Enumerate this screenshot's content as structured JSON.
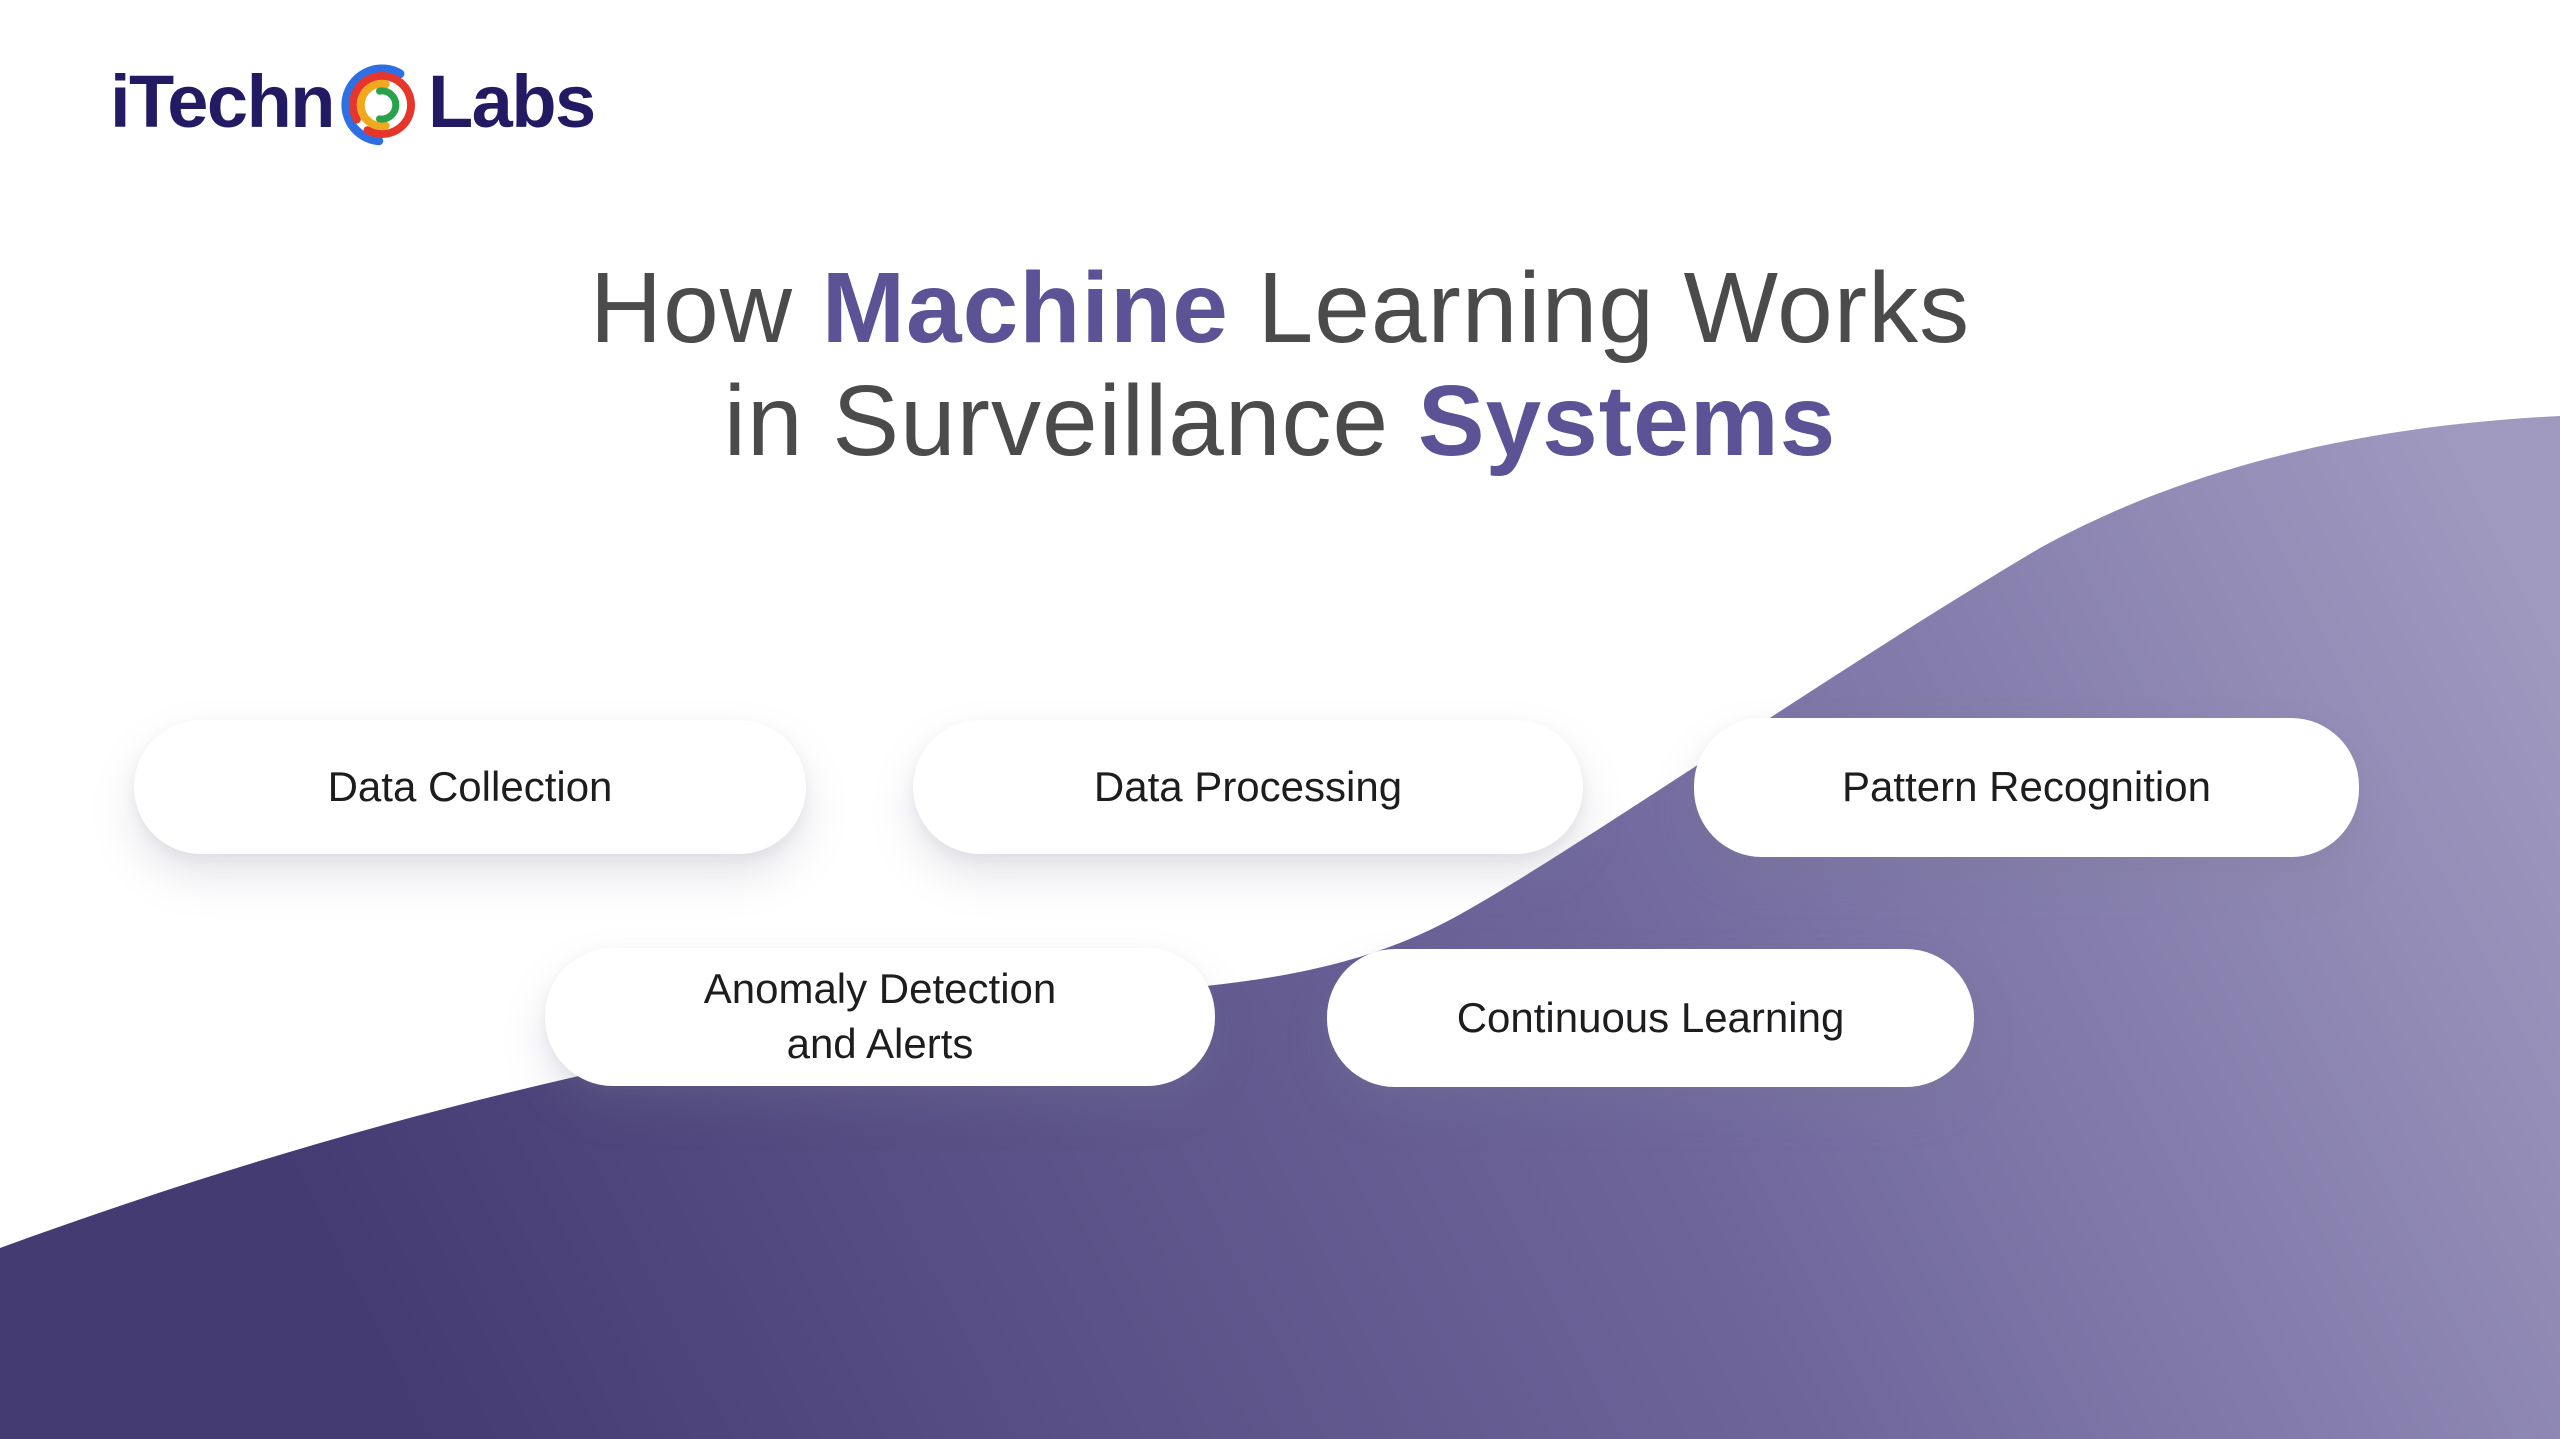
{
  "logo": {
    "text_before": "iTechn",
    "text_after": "Labs",
    "text_color": "#221b63",
    "ring_icon": "multicolor-ring-o",
    "ring_colors": {
      "blue": "#2f6fe4",
      "red": "#e6352b",
      "yellow": "#f0a91c",
      "green": "#2aa24c"
    }
  },
  "title": {
    "line1_part1": "How ",
    "line1_accent": "Machine",
    "line1_part2": " Learning Works",
    "line2_part1": "in Surveillance ",
    "line2_accent": "Systems",
    "text_color": "#4b4b4b",
    "accent_color": "#5b5396"
  },
  "steps": {
    "row1": [
      {
        "label": "Data Collection"
      },
      {
        "label": "Data Processing"
      },
      {
        "label": "Pattern Recognition"
      }
    ],
    "row2": [
      {
        "label_line1": "Anomaly Detection",
        "label_line2": "and Alerts"
      },
      {
        "label": "Continuous Learning"
      }
    ]
  },
  "wave": {
    "gradient_dark": "#433b72",
    "gradient_mid": "#6e669b",
    "gradient_light": "#9f99c0"
  }
}
